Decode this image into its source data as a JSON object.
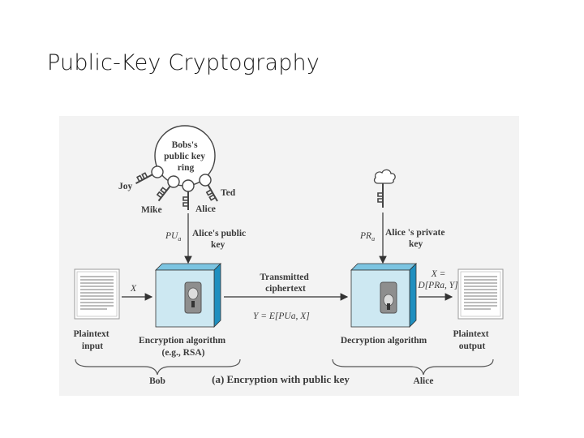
{
  "slide": {
    "title": "Public-Key Cryptography"
  },
  "diagram": {
    "key_ring": {
      "label_lines": [
        "Bobs's",
        "public key",
        "ring"
      ],
      "key_names": [
        "Joy",
        "Mike",
        "Alice",
        "Ted"
      ]
    },
    "public_key": {
      "symbol": "PU",
      "subscript": "a",
      "label_lines": [
        "Alice's public",
        "key"
      ]
    },
    "private_key": {
      "symbol": "PR",
      "subscript": "a",
      "label_lines": [
        "Alice 's private",
        "key"
      ]
    },
    "plaintext_input": {
      "label_lines": [
        "Plaintext",
        "input"
      ],
      "var": "X"
    },
    "encryption": {
      "label_lines": [
        "Encryption algorithm",
        "(e.g., RSA)"
      ]
    },
    "transmitted": {
      "label_lines": [
        "Transmitted",
        "ciphertext"
      ],
      "formula": "Y = E[PUa, X]"
    },
    "decryption": {
      "label_lines": [
        "Decryption algorithm"
      ]
    },
    "output_formula_lines": [
      "X =",
      "D[PRa, Y]"
    ],
    "plaintext_output": {
      "label_lines": [
        "Plaintext",
        "output"
      ]
    },
    "bob_label": "Bob",
    "alice_label": "Alice",
    "caption": "(a) Encryption with public key",
    "colors": {
      "cube_front": "#cde8f2",
      "cube_side": "#1f8fbf",
      "cube_top": "#7cc4e1",
      "panel": "#f3f3f3"
    }
  }
}
